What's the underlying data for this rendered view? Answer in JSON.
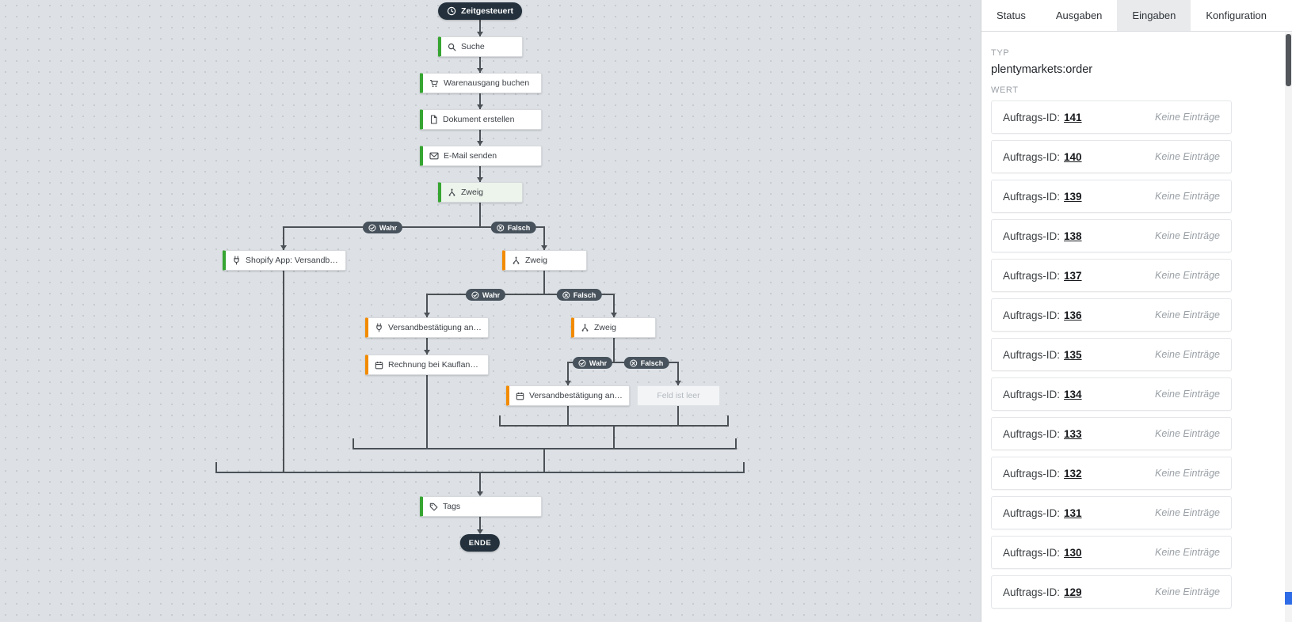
{
  "canvas": {
    "nodes": {
      "start": {
        "label": "Zeitgesteuert"
      },
      "suche": {
        "label": "Suche"
      },
      "waren": {
        "label": "Warenausgang buchen"
      },
      "dokument": {
        "label": "Dokument erstellen"
      },
      "email": {
        "label": "E-Mail senden"
      },
      "zweig1": {
        "label": "Zweig"
      },
      "shopify": {
        "label": "Shopify App: Versandbestät..."
      },
      "zweig2": {
        "label": "Zweig"
      },
      "vkauf": {
        "label": "Versandbestätigung an Kauf..."
      },
      "rechnung": {
        "label": "Rechnung bei Kaufland hoc..."
      },
      "zweig3": {
        "label": "Zweig"
      },
      "otto": {
        "label": "Versandbestätigung an Otto..."
      },
      "feld": {
        "label": "Feld ist leer"
      },
      "tags": {
        "label": "Tags"
      },
      "ende": {
        "label": "ENDE"
      }
    },
    "labels": {
      "wahr": "Wahr",
      "falsch": "Falsch"
    }
  },
  "panel": {
    "tabs": [
      {
        "label": "Status"
      },
      {
        "label": "Ausgaben"
      },
      {
        "label": "Eingaben"
      },
      {
        "label": "Konfiguration"
      }
    ],
    "typ_label": "TYP",
    "typ_value": "plentymarkets:order",
    "wert_label": "WERT",
    "row_prefix": "Auftrags-ID:",
    "row_empty": "Keine Einträge",
    "order_ids": [
      "141",
      "140",
      "139",
      "138",
      "137",
      "136",
      "135",
      "134",
      "133",
      "132",
      "131",
      "130",
      "129"
    ]
  },
  "colors": {
    "accent_green": "#36a531",
    "accent_orange": "#f28b02",
    "pill_dark": "#24313d",
    "cond_pill": "#47525c",
    "canvas_bg": "#dde1e5",
    "active_tab_bg": "#e8eaec"
  }
}
